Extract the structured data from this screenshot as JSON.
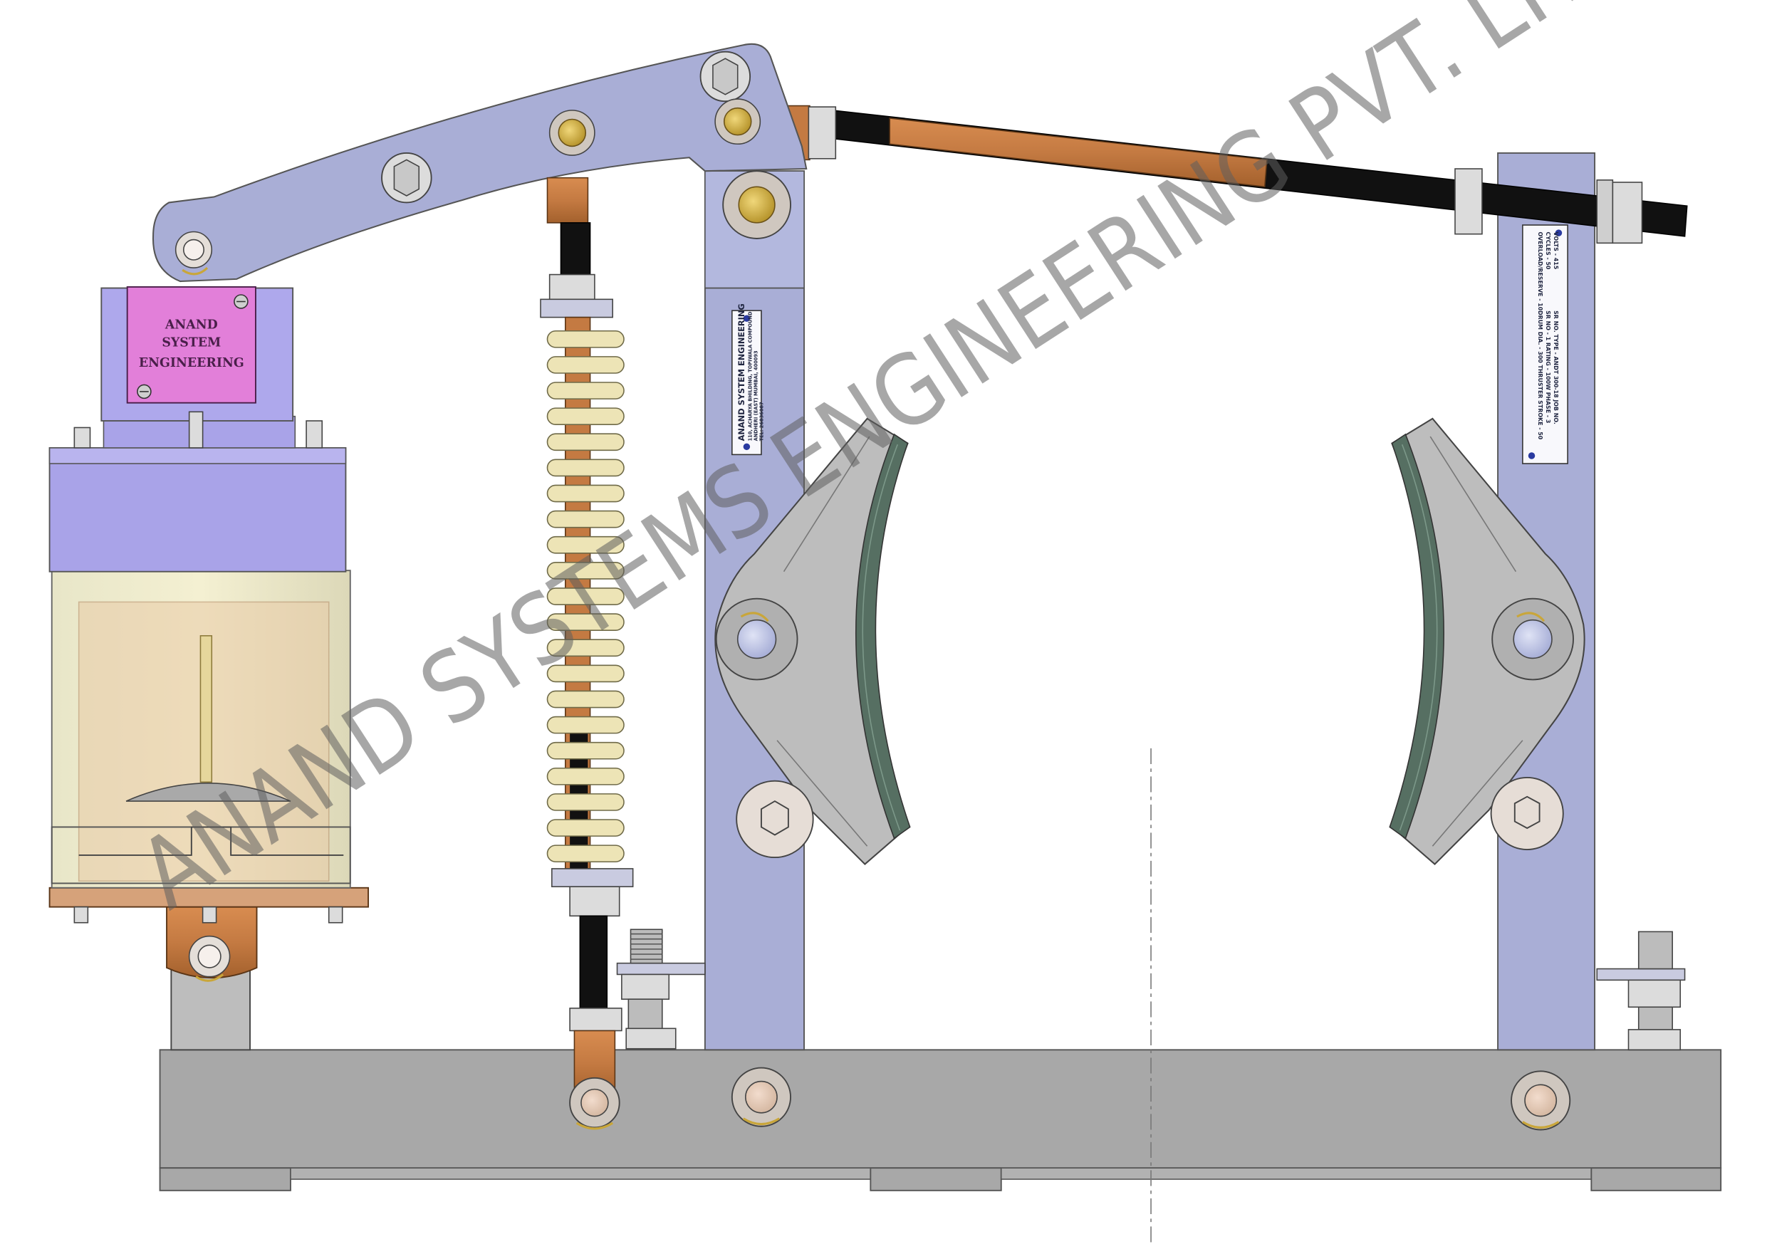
{
  "colors": {
    "lavender": "#a9aed6",
    "lavender_dark": "#8e94c6",
    "purple_body": "#a9a3e8",
    "magenta_plate": "#e27fd9",
    "steel_grey": "#a8a8a8",
    "shoe_grey": "#bdbdbd",
    "lining_green": "#566f62",
    "copper": "#c47a42",
    "spring_cream": "#ede4b6",
    "rod_black": "#111111",
    "pin_gold": "#d9b84a",
    "watermark": "#5f5f5f"
  },
  "motor_plate": {
    "line1": "ANAND",
    "line2": "SYSTEM",
    "line3": "ENGINEERING"
  },
  "left_label": {
    "line1": "ANAND SYSTEM ENGINEERING",
    "line2": "110, ACHARYA BHILDING, TOPIWALA COMPOUND",
    "line3": "ANDHERI (EAST) MUMBAI, 400093",
    "line4": "TEL: 26836087"
  },
  "right_label": {
    "line1": "VOLTS - 415",
    "line2": "SR NO.   TYPE - ANDT 300-18  JOB NO.",
    "line3": "CYCLES - 50",
    "line4": "SR NO - 1   RATING - 100W   PHASE - 3",
    "line5": "OVERLOAD/RESERVE - 10",
    "line6": "DRUM DIA. - 300   THRUSTER STROKE - 50"
  },
  "watermark": {
    "text": "ANAND SYSTEMS ENGINEERING PVT. LTD."
  }
}
